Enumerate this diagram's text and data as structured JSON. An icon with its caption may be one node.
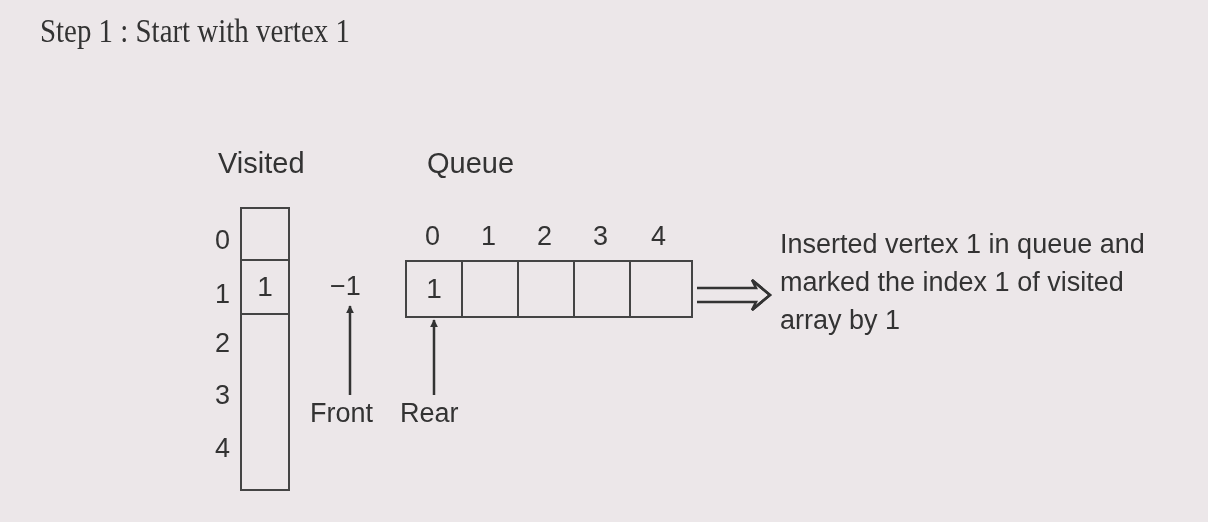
{
  "diagram": {
    "title": "Step 1 : Start with vertex 1",
    "nodes": [
      {
        "text": [
          "Visited"
        ]
      },
      {
        "text": [],
        "shape": "box",
        "in": 0
      },
      {
        "text": [
          "1"
        ],
        "in": 0
      },
      {
        "text": [],
        "shape": "box",
        "in": 0
      },
      {
        "text": [
          "−1"
        ]
      },
      {
        "text": [
          "Front"
        ]
      },
      {
        "text": [
          "Queue"
        ]
      },
      {
        "text": [
          "1"
        ],
        "in": 6
      },
      {
        "text": [],
        "shape": "box",
        "in": 6
      },
      {
        "text": [],
        "shape": "box",
        "in": 6
      },
      {
        "text": [],
        "shape": "box",
        "in": 6
      },
      {
        "text": [],
        "shape": "box",
        "in": 6
      },
      {
        "text": [
          "Rear"
        ]
      },
      {
        "text": [
          "Inserted vertex 1 in queue and marked the index 1 of visited array by 1"
        ]
      }
    ],
    "edges": [
      {
        "from": 5,
        "to": 4,
        "arrow": "to"
      },
      {
        "from": 12,
        "to": 7,
        "arrow": "to"
      },
      {
        "from": 6,
        "to": 13,
        "arrow": "to"
      }
    ],
    "labels": [
      "0",
      "1",
      "2",
      "3",
      "4",
      "0",
      "1",
      "2",
      "3",
      "4"
    ]
  }
}
